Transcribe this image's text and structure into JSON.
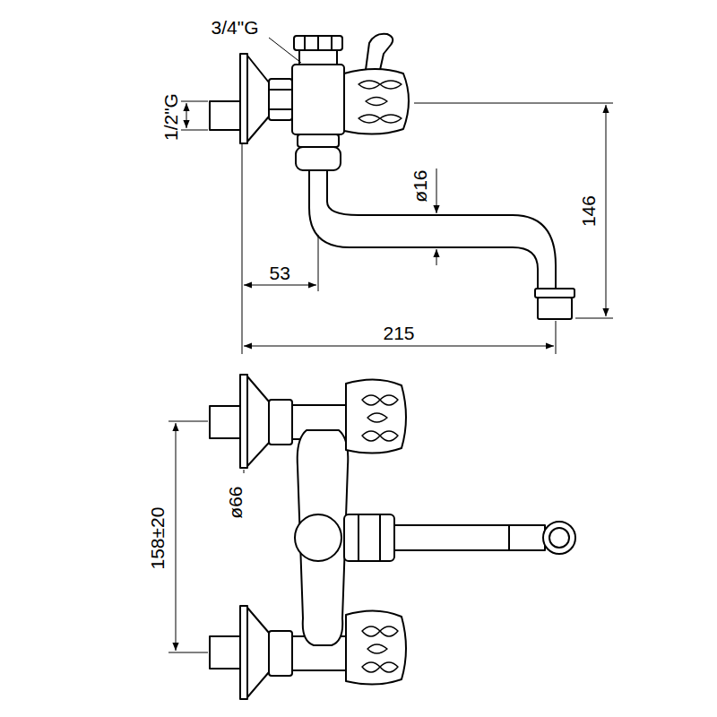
{
  "diagram": {
    "labels": [
      "3/4\"G",
      "1/2\"G",
      "ø16",
      "146",
      "53",
      "215",
      "ø66",
      "158±20"
    ]
  }
}
